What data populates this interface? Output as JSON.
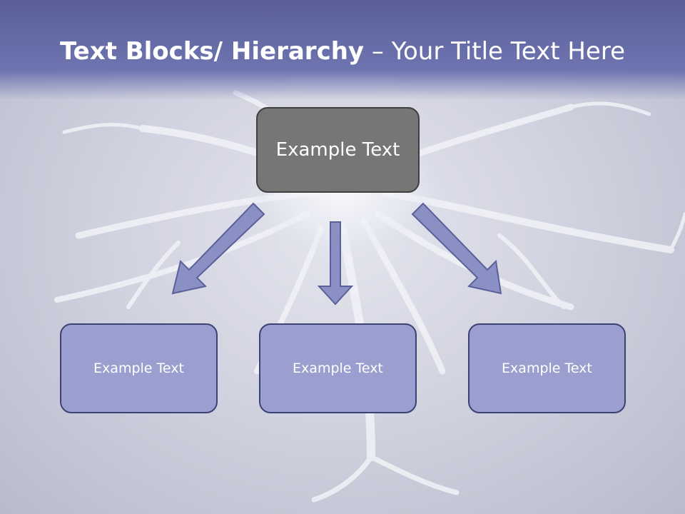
{
  "slide": {
    "title_bold": "Text Blocks/ Hierarchy",
    "title_rest": " – Your Title Text Here"
  },
  "diagram": {
    "top_node": "Example Text",
    "children": [
      "Example Text",
      "Example Text",
      "Example Text"
    ]
  },
  "colors": {
    "header": "#6d74b0",
    "top_node_fill": "#767676",
    "child_fill": "#9a9fcf",
    "arrow_fill": "#8a8fc4",
    "arrow_stroke": "#5b6099"
  }
}
